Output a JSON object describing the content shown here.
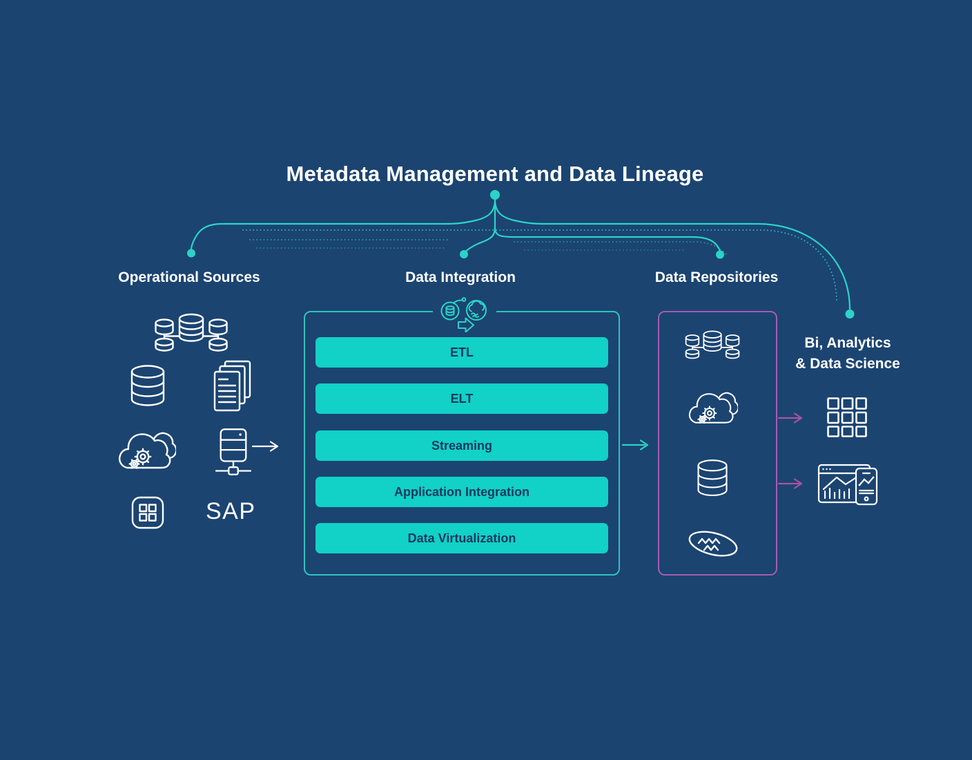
{
  "title": "Metadata Management and Data Lineage",
  "sections": {
    "operational_sources": {
      "label": "Operational Sources",
      "sap_label": "SAP",
      "icons": [
        "database-cluster-icon",
        "database-icon",
        "documents-icon",
        "cloud-gears-icon",
        "server-icon",
        "app-grid-icon"
      ]
    },
    "data_integration": {
      "label": "Data Integration",
      "icon": "data-sync-icon",
      "buttons": [
        "ETL",
        "ELT",
        "Streaming",
        "Application Integration",
        "Data Virtualization"
      ]
    },
    "data_repositories": {
      "label": "Data Repositories",
      "icons": [
        "database-cluster-icon",
        "cloud-gears-icon",
        "database-icon",
        "data-lake-icon"
      ]
    },
    "bi_analytics_data_science": {
      "label_line1": "Bi, Analytics",
      "label_line2": "& Data Science",
      "icons": [
        "grid-apps-icon",
        "dashboard-devices-icon"
      ]
    }
  },
  "colors": {
    "background": "#1b4471",
    "teal_line": "#2bd4c8",
    "teal_border": "#2fc3bd",
    "button_fill": "#12d1c7",
    "button_text": "#14395f",
    "purple_border": "#a55cb5",
    "magenta_arrow": "#aa549e",
    "icon_white": "#ffffff"
  }
}
